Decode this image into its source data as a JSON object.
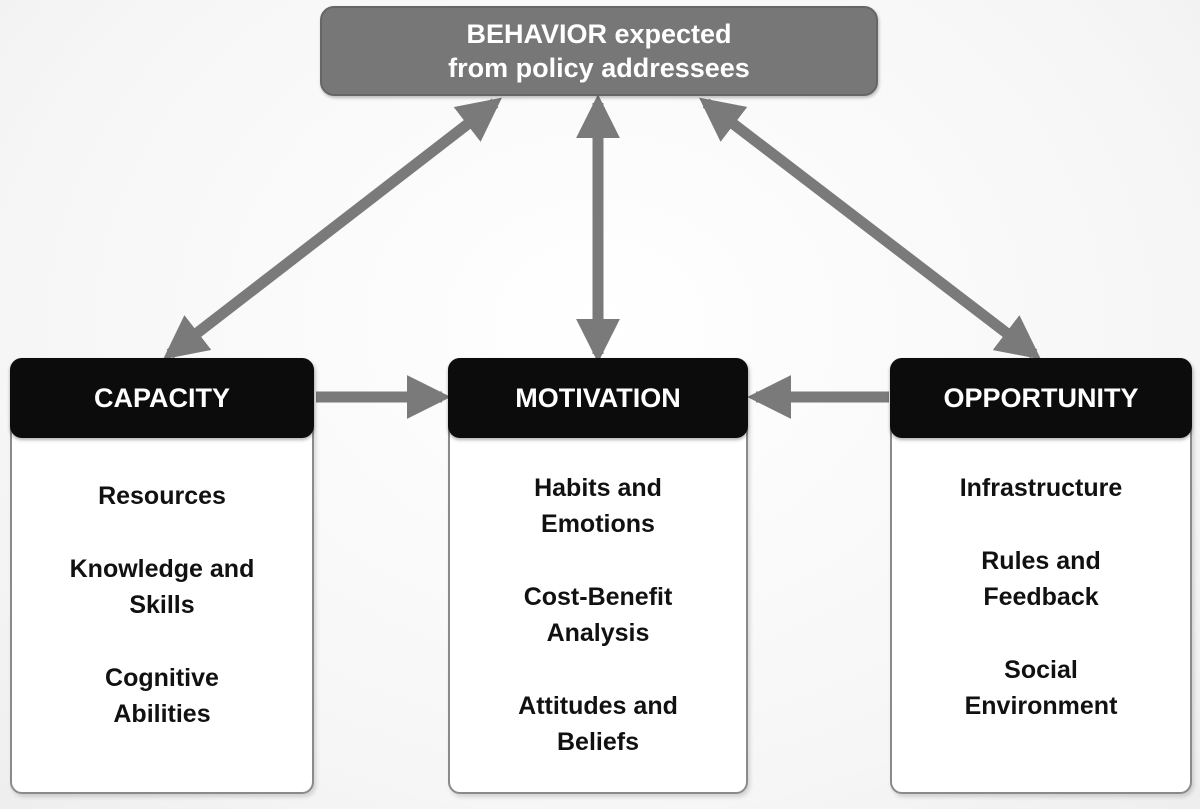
{
  "behavior": {
    "line1": "BEHAVIOR expected",
    "line2": "from policy addressees"
  },
  "panels": [
    {
      "title": "CAPACITY",
      "items": [
        {
          "line1": "Resources",
          "line2": ""
        },
        {
          "line1": "Knowledge and",
          "line2": "Skills"
        },
        {
          "line1": "Cognitive",
          "line2": "Abilities"
        }
      ]
    },
    {
      "title": "MOTIVATION",
      "items": [
        {
          "line1": "Habits and",
          "line2": "Emotions"
        },
        {
          "line1": "Cost-Benefit",
          "line2": "Analysis"
        },
        {
          "line1": "Attitudes and",
          "line2": "Beliefs"
        }
      ]
    },
    {
      "title": "OPPORTUNITY",
      "items": [
        {
          "line1": "Infrastructure",
          "line2": ""
        },
        {
          "line1": "Rules and",
          "line2": "Feedback"
        },
        {
          "line1": "Social",
          "line2": "Environment"
        }
      ]
    }
  ],
  "colors": {
    "arrow": "#7a7a7a",
    "top_box": "#777777",
    "header": "#0c0c0c"
  }
}
